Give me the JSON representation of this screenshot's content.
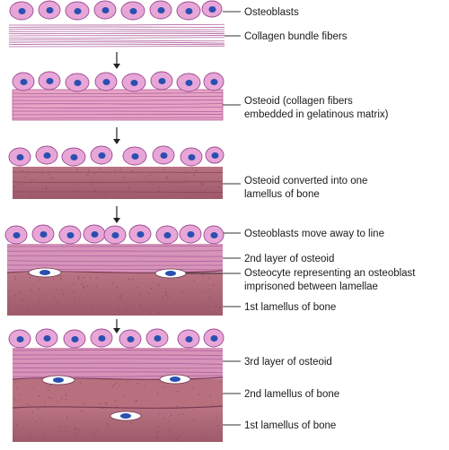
{
  "stages": [
    {
      "labels": [
        {
          "lines": [
            "Osteoblasts"
          ]
        },
        {
          "lines": [
            "Collagen bundle fibers"
          ]
        }
      ]
    },
    {
      "labels": [
        {
          "lines": [
            "Osteoid (collagen fibers",
            "embedded in gelatinous matrix)"
          ]
        }
      ]
    },
    {
      "labels": [
        {
          "lines": [
            "Osteoid converted into one",
            "lamellus of bone"
          ]
        }
      ]
    },
    {
      "labels": [
        {
          "lines": [
            "Osteoblasts move away to line"
          ]
        },
        {
          "lines": [
            "2nd layer of osteoid"
          ]
        },
        {
          "lines": [
            "Osteocyte representing an osteoblast",
            "imprisoned between lamellae"
          ]
        },
        {
          "lines": [
            "1st lamellus of bone"
          ]
        }
      ]
    },
    {
      "labels": [
        {
          "lines": [
            "3rd layer of osteoid"
          ]
        },
        {
          "lines": [
            "2nd lamellus of bone"
          ]
        },
        {
          "lines": [
            "1st lamellus of bone"
          ]
        }
      ]
    }
  ],
  "colors": {
    "cell_fill": "#e8a6d8",
    "cell_stroke": "#9a4a8e",
    "nucleus_fill": "#2a4fb0",
    "fiber_line": "#b0609e",
    "osteoid_fill": "#e7a4c6",
    "osteoid_stripe": "#c4669a",
    "bone_top": "#b97382",
    "bone_bottom": "#9e5a6a",
    "bone_dot": "#6e3a48",
    "lacuna_fill": "#ffffff",
    "text": "#1a1a1a",
    "arrow": "#222222"
  }
}
